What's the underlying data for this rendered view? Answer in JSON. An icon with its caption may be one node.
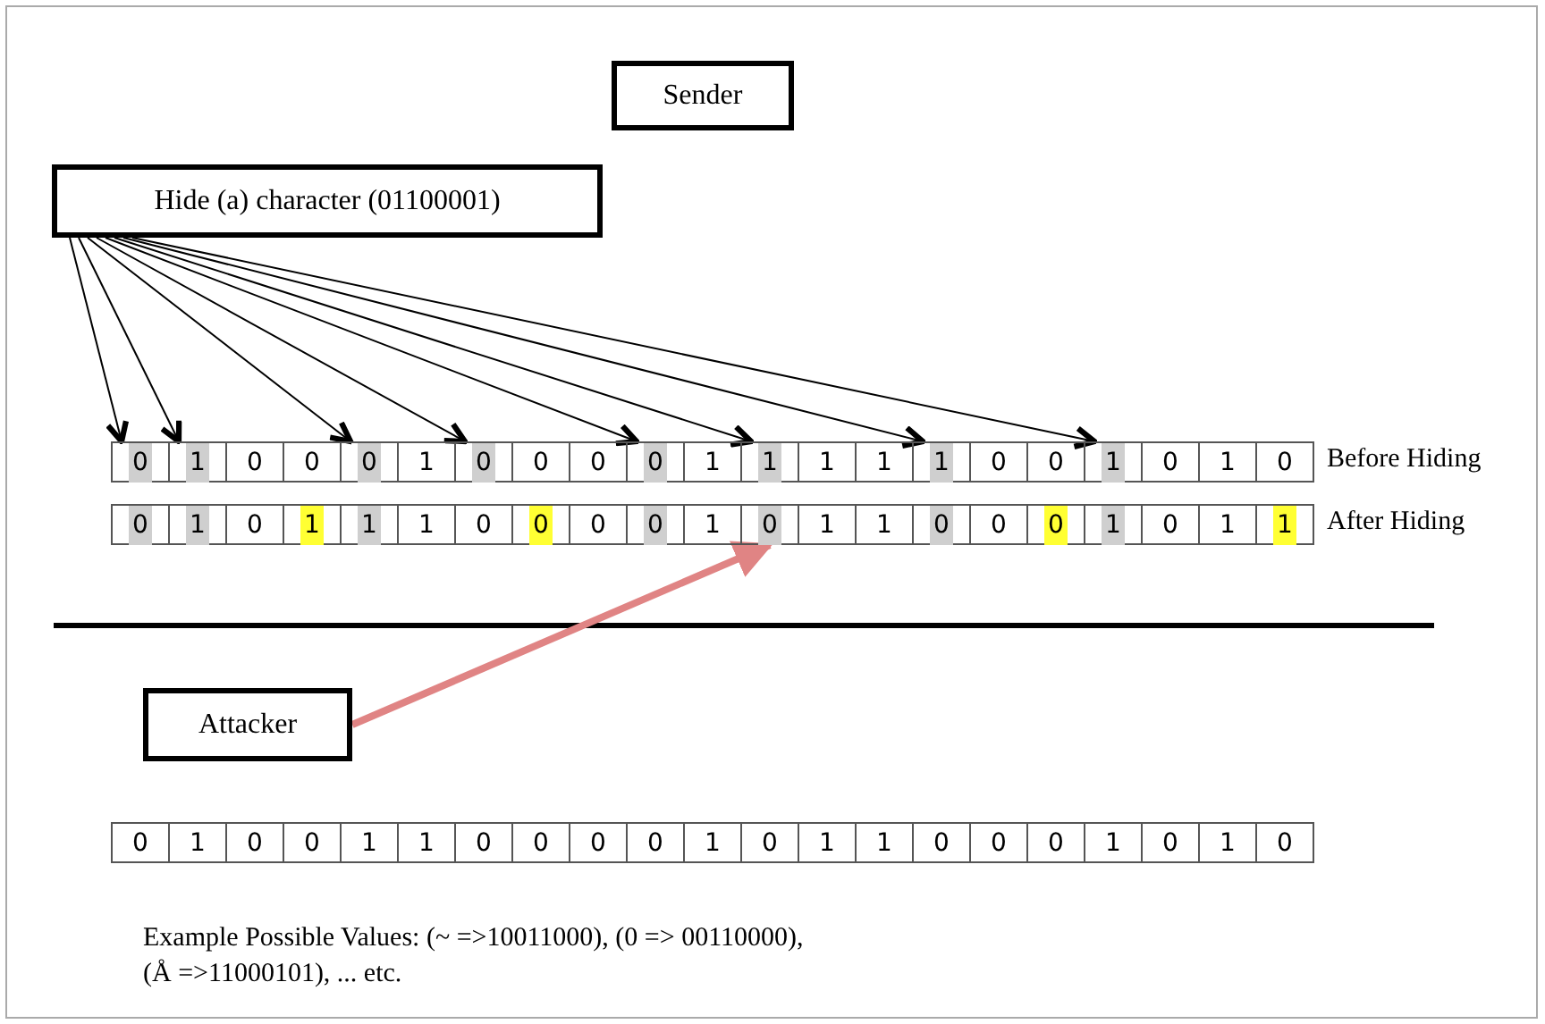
{
  "diagram": {
    "nodes": [
      {
        "text": [
          "Sender"
        ]
      },
      {
        "text": [
          "Hide (a) character (01100001)"
        ]
      },
      {
        "text": [
          "0"
        ]
      },
      {
        "text": [
          "1"
        ]
      },
      {
        "text": [
          "0"
        ]
      },
      {
        "text": [
          "0"
        ]
      },
      {
        "text": [
          "0"
        ]
      },
      {
        "text": [
          "1"
        ]
      },
      {
        "text": [
          "0"
        ]
      },
      {
        "text": [
          "0"
        ]
      },
      {
        "text": [
          "0"
        ]
      },
      {
        "text": [
          "0"
        ]
      },
      {
        "text": [
          "1"
        ]
      },
      {
        "text": [
          "1"
        ]
      },
      {
        "text": [
          "1"
        ]
      },
      {
        "text": [
          "1"
        ]
      },
      {
        "text": [
          "1"
        ]
      },
      {
        "text": [
          "0"
        ]
      },
      {
        "text": [
          "0"
        ]
      },
      {
        "text": [
          "1"
        ]
      },
      {
        "text": [
          "0"
        ]
      },
      {
        "text": [
          "1"
        ]
      },
      {
        "text": [
          "0"
        ]
      },
      {
        "text": [
          "0"
        ]
      },
      {
        "text": [
          "1"
        ]
      },
      {
        "text": [
          "0"
        ]
      },
      {
        "text": [
          "1"
        ]
      },
      {
        "text": [
          "1"
        ]
      },
      {
        "text": [
          "1"
        ]
      },
      {
        "text": [
          "0"
        ]
      },
      {
        "text": [
          "0"
        ]
      },
      {
        "text": [
          "0"
        ]
      },
      {
        "text": [
          "0"
        ]
      },
      {
        "text": [
          "1"
        ]
      },
      {
        "text": [
          "0"
        ]
      },
      {
        "text": [
          "1"
        ]
      },
      {
        "text": [
          "1"
        ]
      },
      {
        "text": [
          "0"
        ]
      },
      {
        "text": [
          "0"
        ]
      },
      {
        "text": [
          "0"
        ]
      },
      {
        "text": [
          "1"
        ]
      },
      {
        "text": [
          "0"
        ]
      },
      {
        "text": [
          "1"
        ]
      },
      {
        "text": [
          "1"
        ]
      },
      {
        "text": [
          "Attacker"
        ]
      }
    ],
    "edges": [
      {
        "from": 1,
        "to": 2,
        "arrow": "to"
      },
      {
        "from": 1,
        "to": 3,
        "arrow": "to"
      },
      {
        "from": 1,
        "to": 6,
        "arrow": "to"
      },
      {
        "from": 1,
        "to": 8,
        "arrow": "to"
      },
      {
        "from": 1,
        "to": 11,
        "arrow": "to"
      },
      {
        "from": 1,
        "to": 13,
        "arrow": "to"
      },
      {
        "from": 1,
        "to": 16,
        "arrow": "to"
      },
      {
        "from": 1,
        "to": 19,
        "arrow": "to"
      },
      {
        "from": 44,
        "to": 34,
        "arrow": "to",
        "style": "thick",
        "color": "#e08484"
      }
    ],
    "labels": [
      "Before Hiding",
      "After Hiding",
      "0",
      "1",
      "0",
      "0",
      "1",
      "1",
      "0",
      "0",
      "0",
      "0",
      "1",
      "0",
      "1",
      "1",
      "0",
      "0",
      "0",
      "1",
      "0",
      "1",
      "0",
      "Example Possible Values: (~ =>10011000), (0 => 00110000), (Å =>11000101), ... etc."
    ]
  }
}
